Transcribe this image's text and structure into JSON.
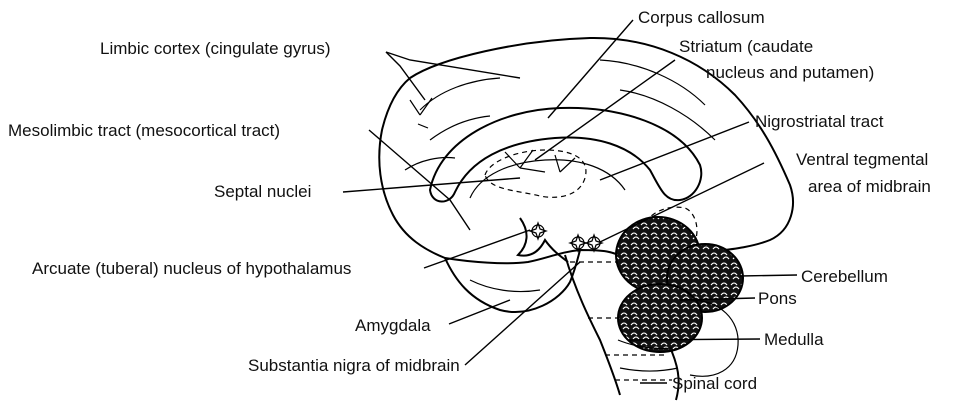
{
  "labels": {
    "corpus_callosum": "Corpus callosum",
    "striatum_line1": "Striatum (caudate",
    "striatum_line2": "nucleus and putamen)",
    "limbic_cortex": "Limbic cortex (cingulate gyrus)",
    "mesolimbic_tract": "Mesolimbic tract (mesocortical tract)",
    "nigrostriatal_tract": "Nigrostriatal tract",
    "ventral_tegmental_line1": "Ventral tegmental",
    "ventral_tegmental_line2": "area of midbrain",
    "septal_nuclei": "Septal nuclei",
    "arcuate_nucleus": "Arcuate (tuberal) nucleus of hypothalamus",
    "cerebellum": "Cerebellum",
    "pons": "Pons",
    "amygdala": "Amygdala",
    "medulla": "Medulla",
    "substantia_nigra": "Substantia nigra of midbrain",
    "spinal_cord": "Spinal cord"
  },
  "colors": {
    "ink": "#000000",
    "background": "#ffffff"
  }
}
